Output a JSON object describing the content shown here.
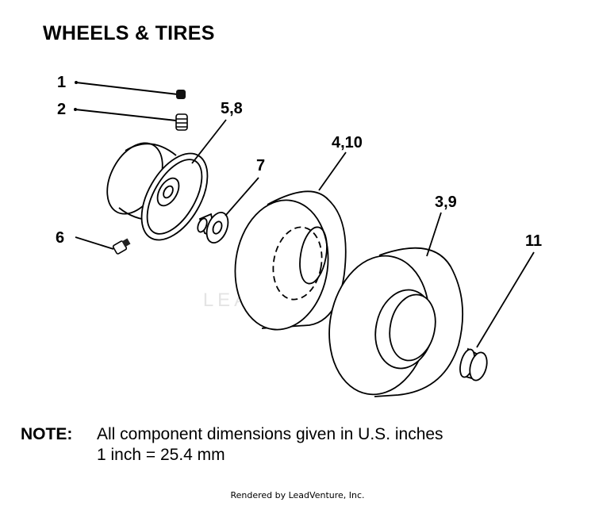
{
  "title": "WHEELS & TIRES",
  "callouts": {
    "c1": "1",
    "c2": "2",
    "c58": "5,8",
    "c7": "7",
    "c410": "4,10",
    "c39": "3,9",
    "c6": "6",
    "c11": "11"
  },
  "watermark": "LEADVENTURE",
  "note": {
    "keyword": "NOTE:",
    "line1": "All component dimensions given in U.S. inches",
    "line2": "1 inch = 25.4 mm"
  },
  "footer": "Rendered by LeadVenture, Inc."
}
